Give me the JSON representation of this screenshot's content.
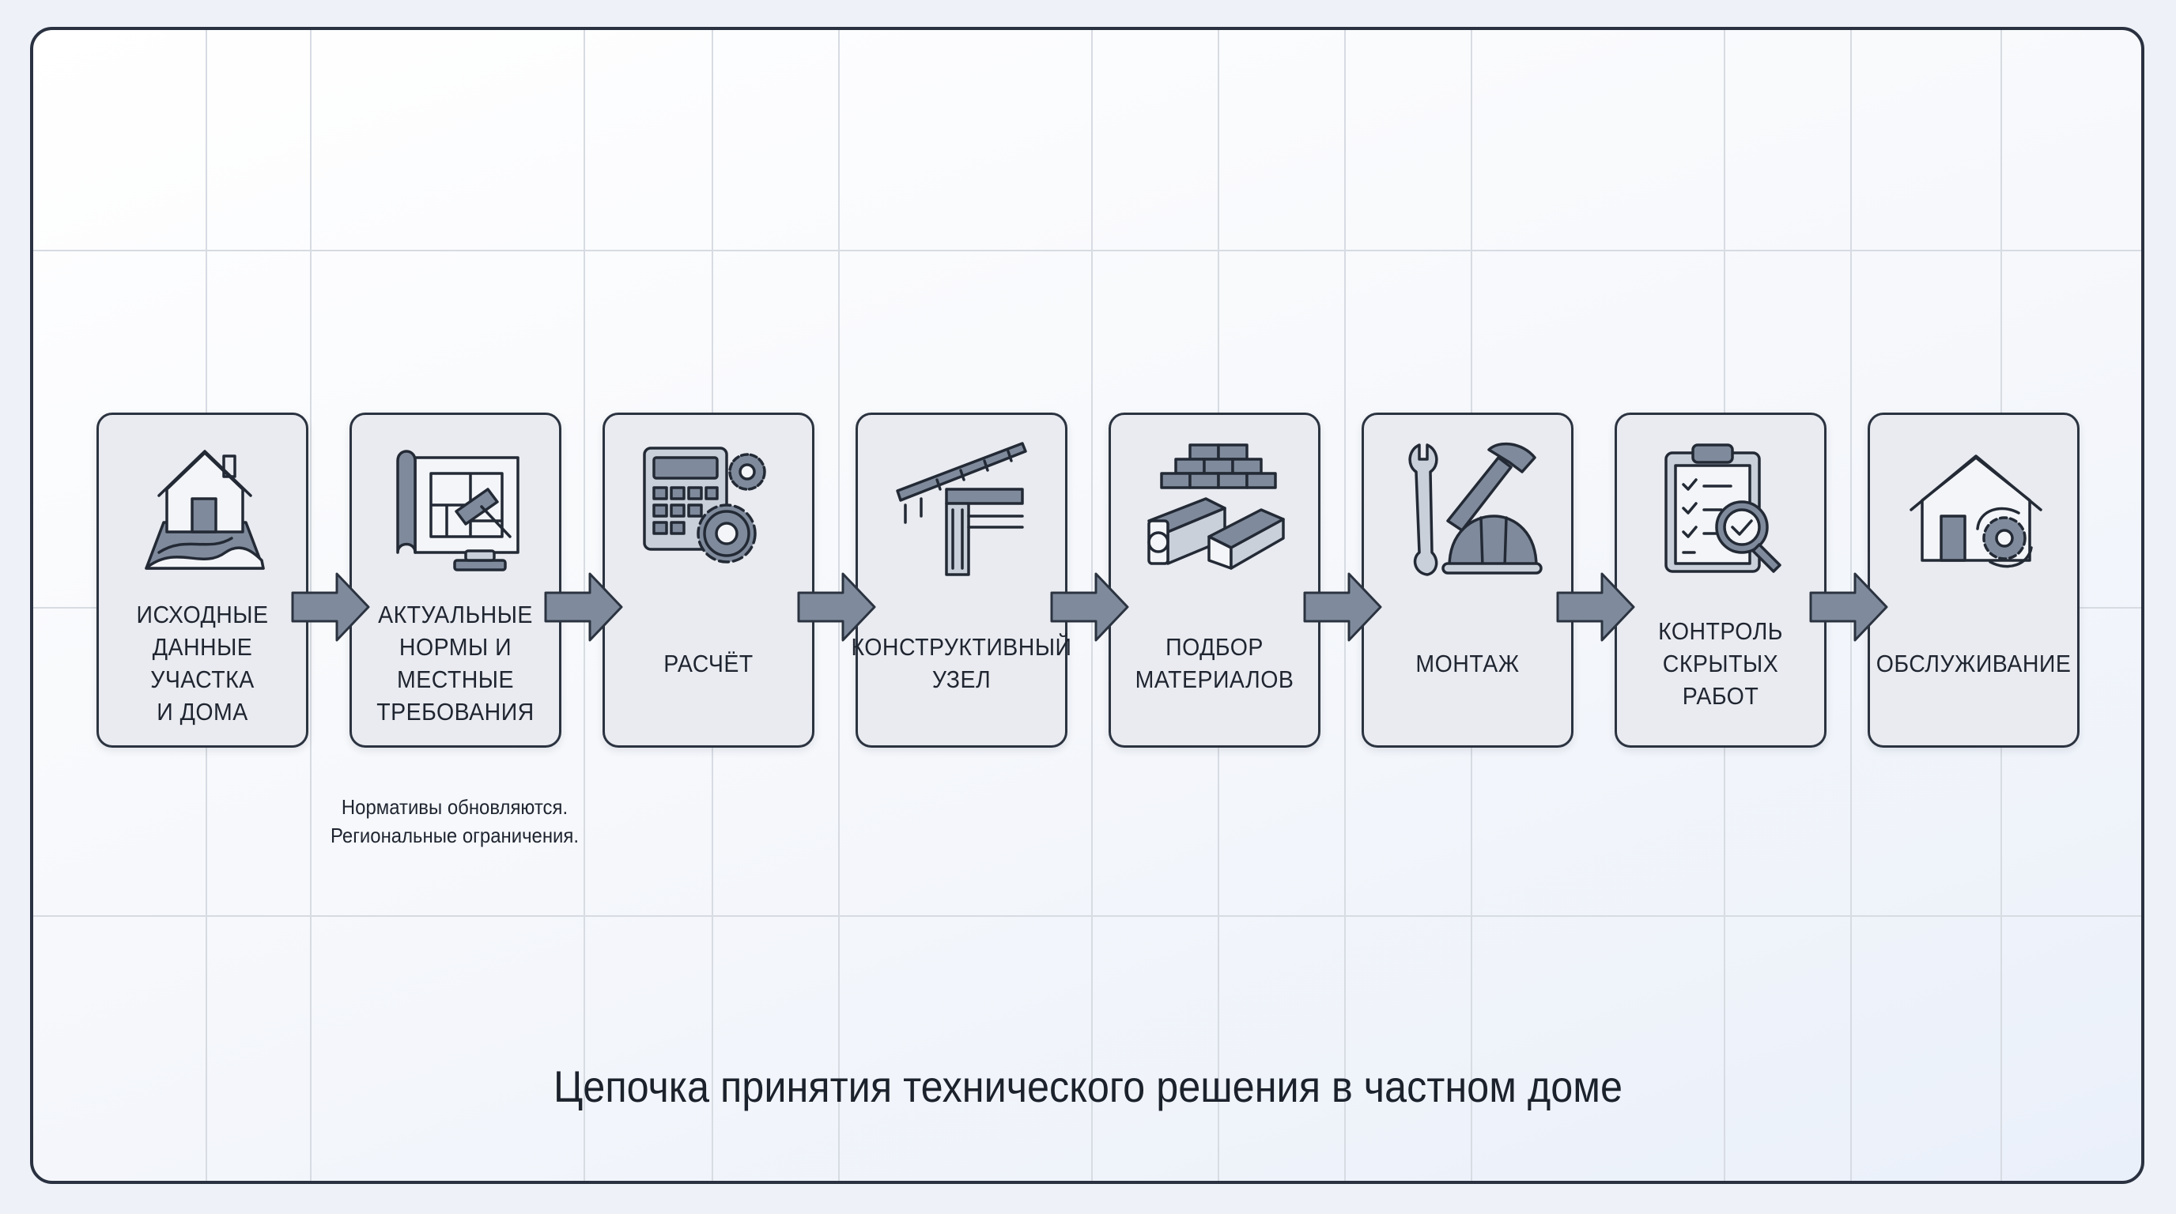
{
  "steps": [
    {
      "label": "ИСХОДНЫЕ\nДАННЫЕ\nУЧАСТКА\nИ ДОМА",
      "icon": "house-on-terrain-icon"
    },
    {
      "label": "АКТУАЛЬНЫЕ\nНОРМЫ И\nМЕСТНЫЕ\nТРЕБОВАНИЯ",
      "icon": "blueprint-gavel-icon"
    },
    {
      "label": "РАСЧЁТ",
      "icon": "calculator-gears-icon"
    },
    {
      "label": "КОНСТРУКТИВНЫЙ\nУЗЕЛ",
      "icon": "roof-joint-icon"
    },
    {
      "label": "ПОДБОР\nМАТЕРИАЛОВ",
      "icon": "bricks-timber-icon"
    },
    {
      "label": "МОНТАЖ",
      "icon": "tools-helmet-icon"
    },
    {
      "label": "КОНТРОЛЬ\nСКРЫТЫХ\nРАБОТ",
      "icon": "clipboard-inspection-icon"
    },
    {
      "label": "ОБСЛУЖИВАНИЕ",
      "icon": "house-service-gear-icon"
    }
  ],
  "note": {
    "line1": "Нормативы обновляются.",
    "line2": "Региональные ограничения."
  },
  "title": "Цепочка принятия технического решения в частном доме",
  "colors": {
    "card_fill": "#e9ebf0",
    "card_border": "#2b3340",
    "arrow": "#7f8b9c",
    "icon_fill": "#7f8b9c"
  }
}
